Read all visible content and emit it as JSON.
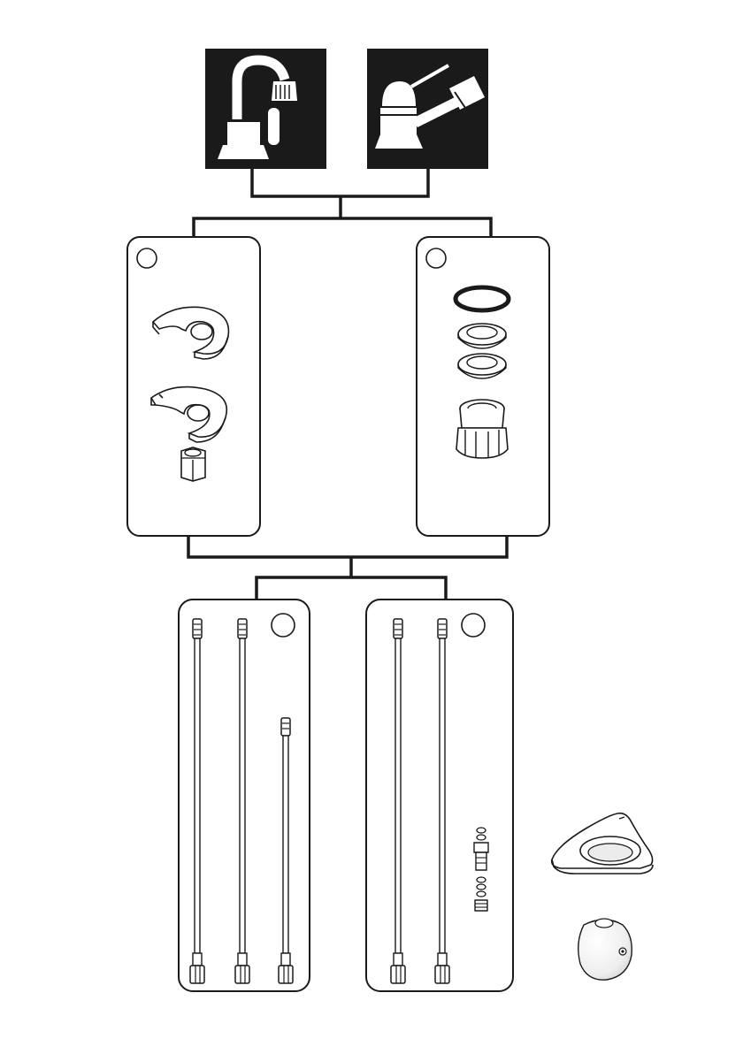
{
  "diagram": {
    "kind": "faucet-installation-kit-selection",
    "option_icons": [
      {
        "id": "option-a",
        "icon": "gooseneck-faucet-icon"
      },
      {
        "id": "option-b",
        "icon": "pull-out-spray-faucet-icon"
      }
    ],
    "kit_panels": [
      {
        "id": "kit-1",
        "marker": "",
        "parts": [
          "horseshoe-washer-flat-icon",
          "horseshoe-washer-stepped-icon",
          "hex-nut-icon"
        ]
      },
      {
        "id": "kit-2",
        "marker": "",
        "parts": [
          "o-ring-icon",
          "flat-washer-icon",
          "flat-washer-icon",
          "mounting-nut-icon"
        ]
      },
      {
        "id": "kit-3",
        "marker": "",
        "parts": [
          "supply-hose-long-icon",
          "supply-hose-long-icon",
          "supply-hose-short-icon"
        ]
      },
      {
        "id": "kit-4",
        "marker": "",
        "parts": [
          "supply-hose-long-icon",
          "supply-hose-long-icon",
          "adapter-fitting-set-icon"
        ]
      }
    ],
    "loose_parts": [
      "deck-plate-icon",
      "handle-knob-icon"
    ],
    "colors": {
      "ink": "#1a1a1a",
      "icon_background": "#1a1a1a",
      "paper": "#ffffff",
      "part_shade": "#e6e6e6"
    }
  }
}
